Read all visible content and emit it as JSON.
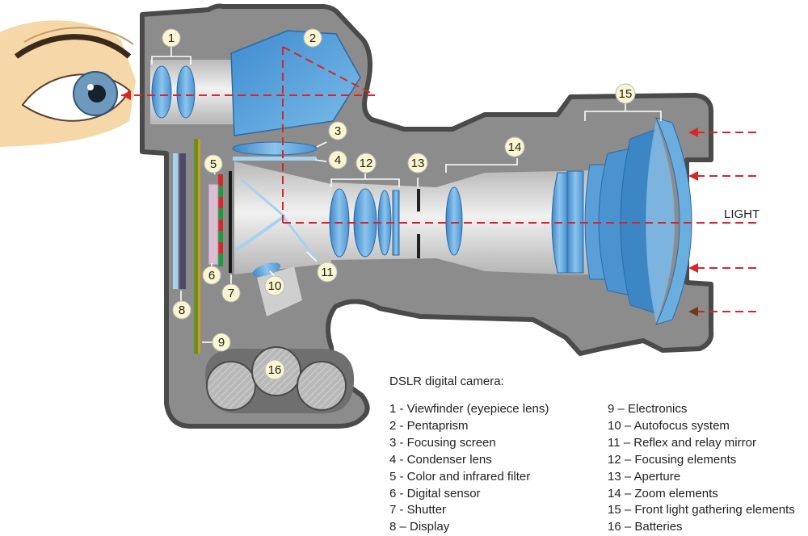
{
  "title": "DSLR digital camera:",
  "light_label": "LIGHT",
  "colors": {
    "body": "#8c8c8c",
    "body_outline": "#4a4a4a",
    "light_path": "#d9252a",
    "lens": "#6aaee0",
    "lens_dark": "#3d86c6",
    "callout_fill": "#fbf6d0",
    "skin": "#f6d8a8"
  },
  "callouts": [
    "1",
    "2",
    "3",
    "4",
    "5",
    "6",
    "7",
    "8",
    "9",
    "10",
    "11",
    "12",
    "13",
    "14",
    "15",
    "16"
  ],
  "legend_left": [
    "1 - Viewfinder (eyepiece lens)",
    "2 - Pentaprism",
    "3 - Focusing screen",
    "4 - Condenser lens",
    "5 - Color and infrared filter",
    "6 - Digital sensor",
    "7 - Shutter",
    "8 – Display"
  ],
  "legend_right": [
    "9 – Electronics",
    "10 – Autofocus system",
    "11 – Reflex and relay mirror",
    "12 – Focusing elements",
    "13 – Aperture",
    "14 – Zoom elements",
    "15 – Front light gathering elements",
    "16 – Batteries"
  ]
}
